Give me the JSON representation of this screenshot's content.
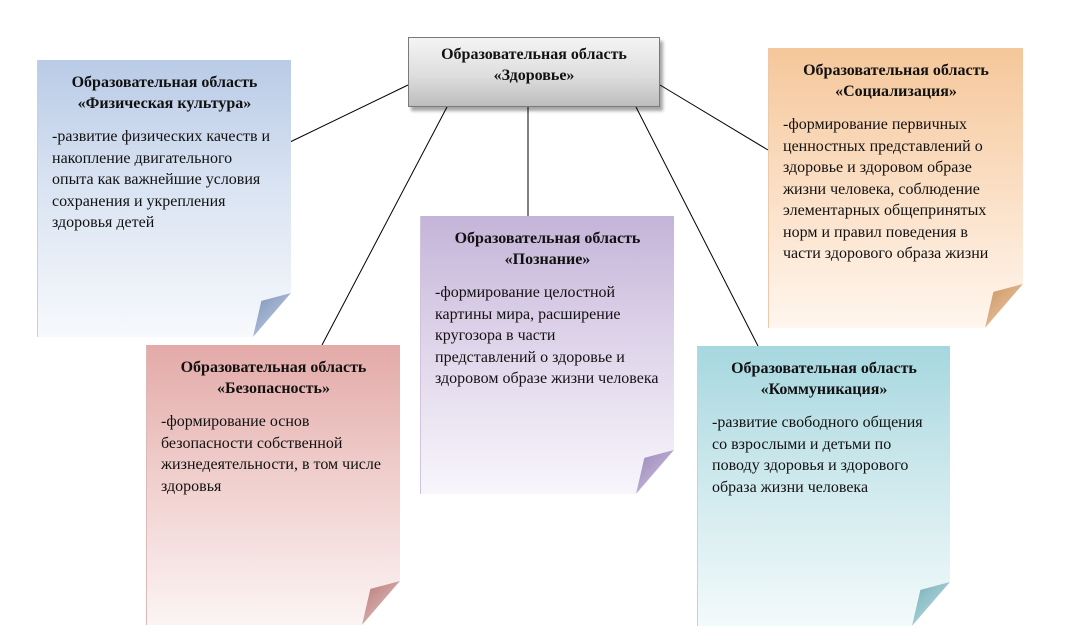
{
  "center": {
    "title_line1": "Образовательная область",
    "title_line2": "«Здоровье»"
  },
  "areas": [
    {
      "id": "fiz",
      "title_line1": "Образовательная область",
      "title_line2": "«Физическая культура»",
      "text": "-развитие физических качеств и накопление двигательного опыта как важнейшие условия сохранения и укрепления здоровья детей",
      "color": "#b9cbe6"
    },
    {
      "id": "soc",
      "title_line1": "Образовательная область",
      "title_line2": "«Социализация»",
      "text": "-формирование первичных ценностных представлений о здоровье и здоровом образе жизни человека, соблюдение элементарных общепринятых норм и правил поведения в части здорового образа жизни",
      "color": "#f5c79a"
    },
    {
      "id": "poz",
      "title_line1": "Образовательная область",
      "title_line2": "«Познание»",
      "text": "-формирование целостной картины мира, расширение кругозора в части представлений о здоровье и здоровом образе жизни человека",
      "color": "#c4b4d8"
    },
    {
      "id": "bez",
      "title_line1": "Образовательная область",
      "title_line2": "«Безопасность»",
      "text": "-формирование основ безопасности собственной жизнедеятельности, в том числе здоровья",
      "color": "#e3aaa8"
    },
    {
      "id": "kom",
      "title_line1": "Образовательная область",
      "title_line2": "«Коммуникация»",
      "text": "-развитие свободного общения со взрослыми и детьми по поводу здоровья и здорового образа жизни человека",
      "color": "#a6d7df"
    }
  ]
}
